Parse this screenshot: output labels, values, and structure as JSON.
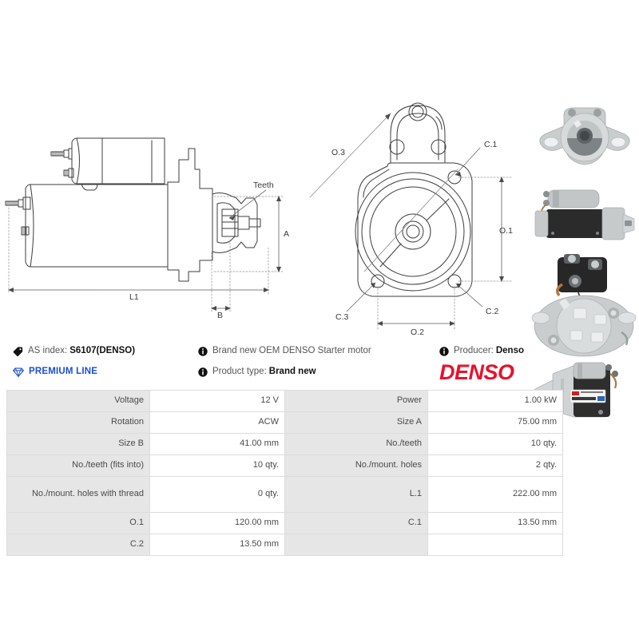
{
  "product": {
    "as_index_label": "AS index:",
    "as_index_value": "S6107(DENSO)",
    "premium_line": "PREMIUM LINE",
    "description": "Brand new OEM DENSO Starter motor",
    "product_type_label": "Product type:",
    "product_type_value": "Brand new",
    "producer_label": "Producer:",
    "producer_value": "Denso",
    "brand_logo": "DENSO",
    "brand_color": "#e8112d",
    "premium_color": "#1a4fd6"
  },
  "drawing": {
    "side_view": {
      "labels": {
        "teeth": "Teeth",
        "dim_a": "A",
        "dim_b": "B",
        "dim_l1": "L1"
      }
    },
    "front_view": {
      "labels": {
        "o1": "O.1",
        "o2": "O.2",
        "o3": "O.3",
        "c1": "C.1",
        "c2": "C.2",
        "c3": "C.3"
      }
    }
  },
  "spec_table": {
    "rows": [
      {
        "k1": "Voltage",
        "v1": "12 V",
        "k2": "Power",
        "v2": "1.00 kW",
        "tall": false
      },
      {
        "k1": "Rotation",
        "v1": "ACW",
        "k2": "Size A",
        "v2": "75.00 mm",
        "tall": false
      },
      {
        "k1": "Size B",
        "v1": "41.00 mm",
        "k2": "No./teeth",
        "v2": "10 qty.",
        "tall": false
      },
      {
        "k1": "No./teeth (fits into)",
        "v1": "10 qty.",
        "k2": "No./mount. holes",
        "v2": "2 qty.",
        "tall": false
      },
      {
        "k1": "No./mount. holes with thread",
        "v1": "0 qty.",
        "k2": "L.1",
        "v2": "222.00 mm",
        "tall": true
      },
      {
        "k1": "O.1",
        "v1": "120.00 mm",
        "k2": "C.1",
        "v2": "13.50 mm",
        "tall": false
      },
      {
        "k1": "C.2",
        "v1": "13.50 mm",
        "k2": "",
        "v2": "",
        "tall": false
      }
    ]
  },
  "photos": {
    "items": [
      {
        "name": "starter-front-view-photo"
      },
      {
        "name": "starter-side-view-photo"
      },
      {
        "name": "starter-solenoid-rear-photo"
      },
      {
        "name": "starter-angled-label-photo"
      }
    ]
  },
  "icons": {
    "tag": "tag-icon",
    "diamond": "diamond-icon",
    "info": "info-icon"
  }
}
